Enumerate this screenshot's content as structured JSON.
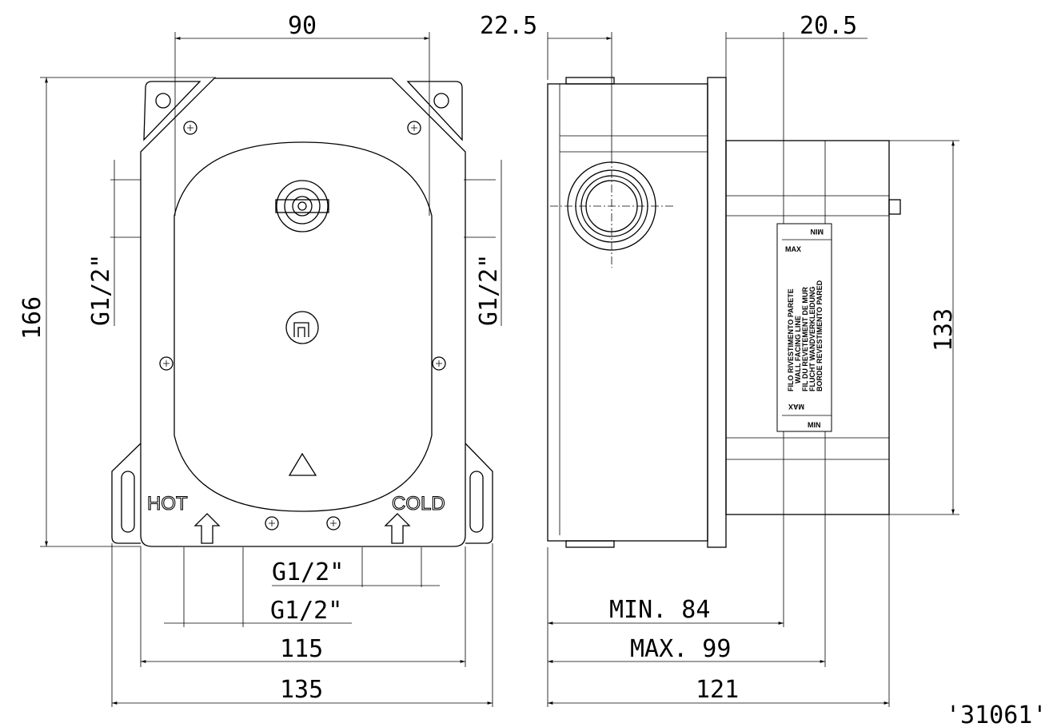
{
  "front_view": {
    "dim_width_top": "90",
    "dim_height": "166",
    "dim_thread_left": "G1/2\"",
    "dim_thread_right": "G1/2\"",
    "dim_thread_bottom_1": "G1/2\"",
    "dim_thread_bottom_2": "G1/2\"",
    "dim_width_115": "115",
    "dim_width_135": "135",
    "label_hot": "HOT",
    "label_cold": "COLD"
  },
  "side_view": {
    "dim_22_5": "22.5",
    "dim_20_5": "20.5",
    "dim_133": "133",
    "dim_min": "MIN. 84",
    "dim_max": "MAX. 99",
    "dim_121": "121",
    "label_min_top": "MIN",
    "label_max_top": "MAX",
    "label_max_bottom": "MAX",
    "label_min_bottom": "MIN",
    "wall_line_labels": [
      "FILO RIVESTIMENTO PARETE",
      "WALL FACING LINE",
      "FIL DU REVETEMENT DE MUR",
      "FLUCHT WANDVERKLEIDUNG",
      "BORDE REVESTIMENTO PARED"
    ]
  },
  "drawing_code": "'31061'"
}
